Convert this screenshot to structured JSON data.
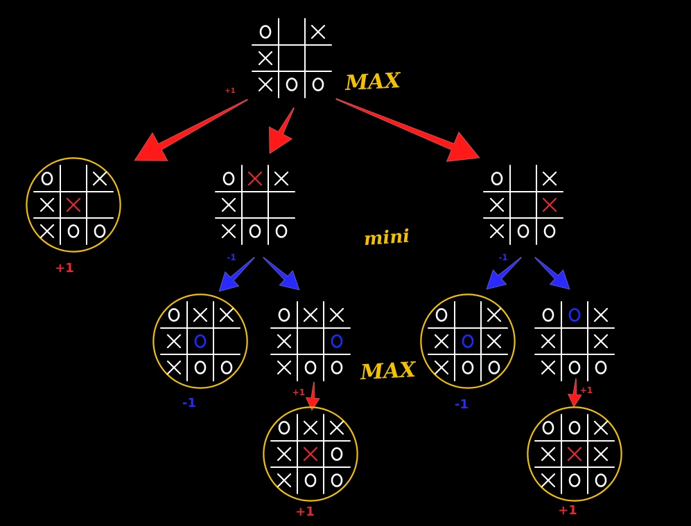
{
  "colors": {
    "background": "#000000",
    "grid": "#ffffff",
    "piece": "#ffffff",
    "new_max_move": "#e8282a",
    "new_min_move": "#1a2cff",
    "arrow_max": "#ff1a1a",
    "arrow_min": "#2a2aff",
    "circle": "#f2c200",
    "label": "#f2c200",
    "score_pos": "#e8282a",
    "score_neg": "#2a2aff"
  },
  "labels": {
    "max_top": "MAX",
    "mini": "mini",
    "max_mid": "MAX"
  },
  "boards": [
    {
      "id": "root",
      "cells": [
        "O",
        "",
        "X",
        "X",
        "",
        "",
        "X",
        "O",
        "O"
      ],
      "highlight": -1,
      "circled": false
    },
    {
      "id": "a1",
      "cells": [
        "O",
        "",
        "X",
        "X",
        "X",
        "",
        "X",
        "O",
        "O"
      ],
      "highlight": 4,
      "circled": true
    },
    {
      "id": "a2",
      "cells": [
        "O",
        "X",
        "X",
        "X",
        "",
        "",
        "X",
        "O",
        "O"
      ],
      "highlight": 1,
      "circled": false
    },
    {
      "id": "a3",
      "cells": [
        "O",
        "",
        "X",
        "X",
        "",
        "X",
        "X",
        "O",
        "O"
      ],
      "highlight": 5,
      "circled": false
    },
    {
      "id": "b1",
      "cells": [
        "O",
        "X",
        "X",
        "X",
        "O",
        "",
        "X",
        "O",
        "O"
      ],
      "highlight": 4,
      "circled": true
    },
    {
      "id": "b2",
      "cells": [
        "O",
        "X",
        "X",
        "X",
        "",
        "O",
        "X",
        "O",
        "O"
      ],
      "highlight": 5,
      "circled": false
    },
    {
      "id": "b3",
      "cells": [
        "O",
        "",
        "X",
        "X",
        "O",
        "X",
        "X",
        "O",
        "O"
      ],
      "highlight": 4,
      "circled": true
    },
    {
      "id": "b4",
      "cells": [
        "O",
        "O",
        "X",
        "X",
        "",
        "X",
        "X",
        "O",
        "O"
      ],
      "highlight": 1,
      "circled": false
    },
    {
      "id": "c1",
      "cells": [
        "O",
        "X",
        "X",
        "X",
        "X",
        "O",
        "X",
        "O",
        "O"
      ],
      "highlight": 4,
      "circled": true
    },
    {
      "id": "c2",
      "cells": [
        "O",
        "O",
        "X",
        "X",
        "X",
        "X",
        "X",
        "O",
        "O"
      ],
      "highlight": 4,
      "circled": true
    }
  ],
  "scores": [
    {
      "id": "s-root",
      "text": "+1",
      "sign": "pos"
    },
    {
      "id": "s-a1",
      "text": "+1",
      "sign": "pos"
    },
    {
      "id": "s-a2",
      "text": "-1",
      "sign": "neg"
    },
    {
      "id": "s-a3",
      "text": "-1",
      "sign": "neg"
    },
    {
      "id": "s-b1",
      "text": "-1",
      "sign": "neg"
    },
    {
      "id": "s-b2",
      "text": "+1",
      "sign": "pos"
    },
    {
      "id": "s-b3",
      "text": "-1",
      "sign": "neg"
    },
    {
      "id": "s-b4",
      "text": "+1",
      "sign": "pos"
    },
    {
      "id": "s-c1",
      "text": "+1",
      "sign": "pos"
    },
    {
      "id": "s-c2",
      "text": "+1",
      "sign": "pos"
    }
  ]
}
